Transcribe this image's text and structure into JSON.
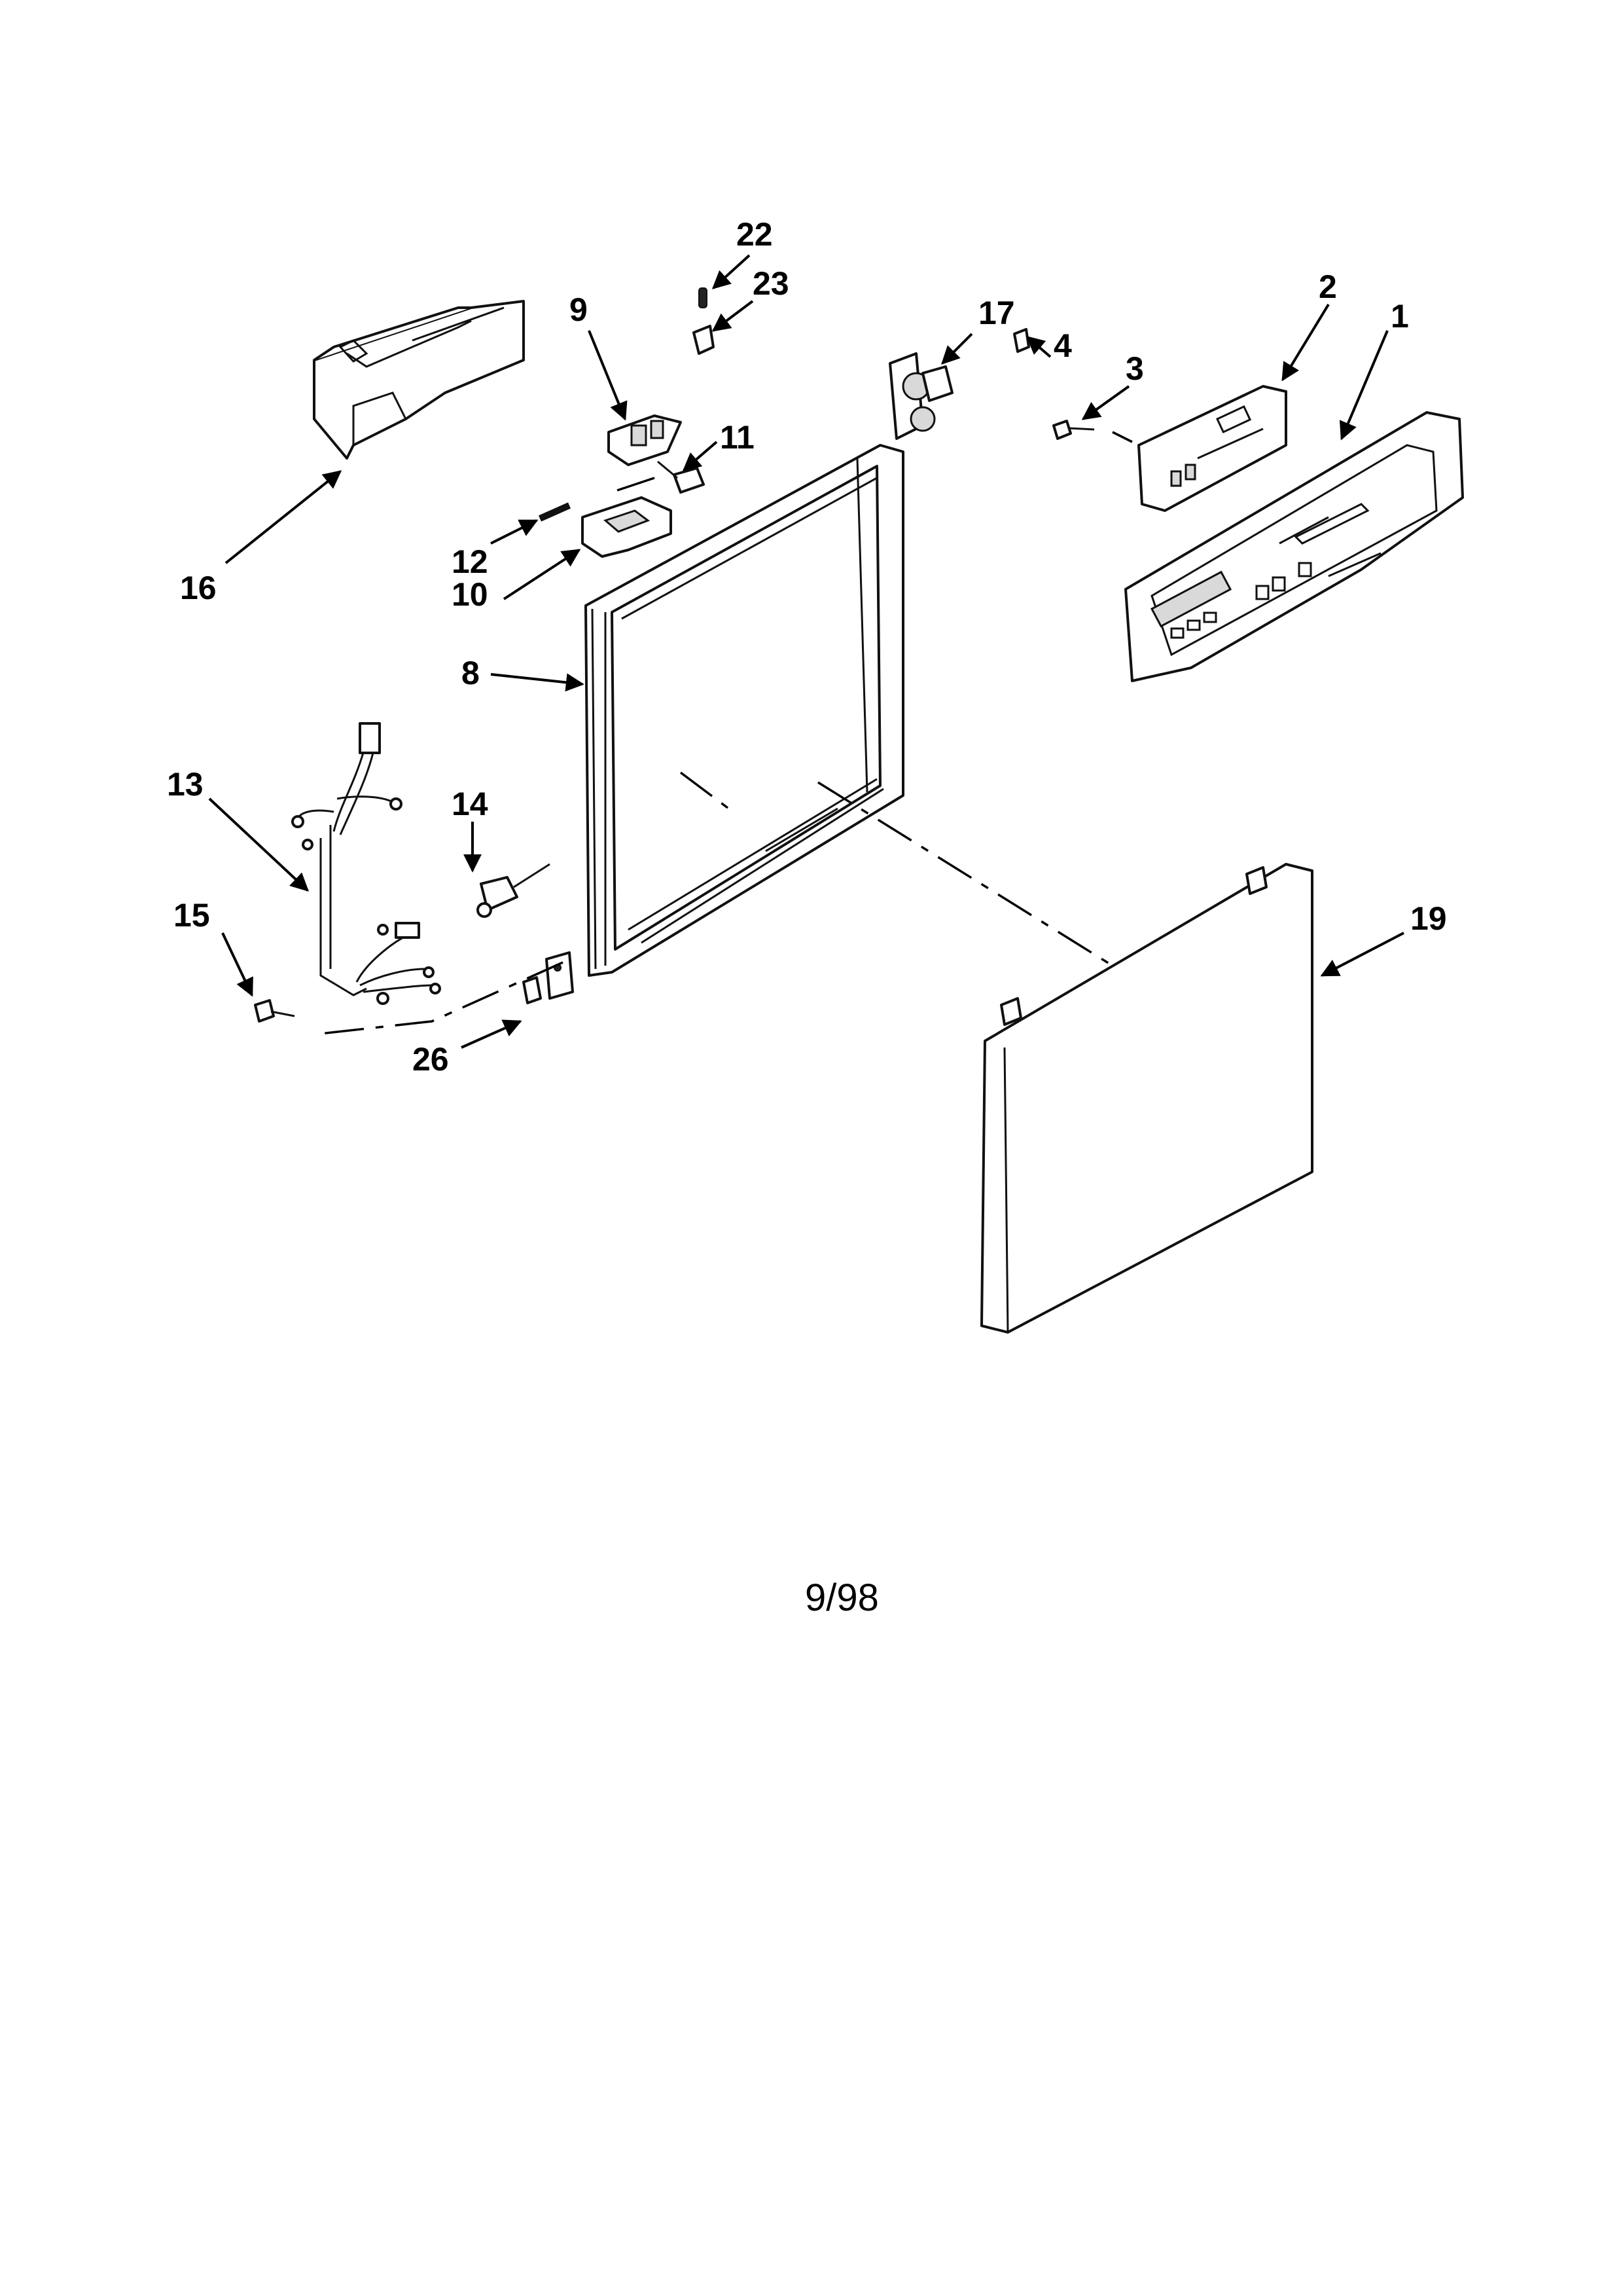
{
  "callouts": {
    "p1": "1",
    "p2": "2",
    "p3": "3",
    "p4": "4",
    "p8": "8",
    "p9": "9",
    "p10": "10",
    "p11": "11",
    "p12": "12",
    "p13": "13",
    "p14": "14",
    "p15": "15",
    "p16": "16",
    "p17": "17",
    "p19": "19",
    "p22": "22",
    "p23": "23",
    "p26": "26"
  },
  "footer": {
    "date_code": "9/98"
  }
}
